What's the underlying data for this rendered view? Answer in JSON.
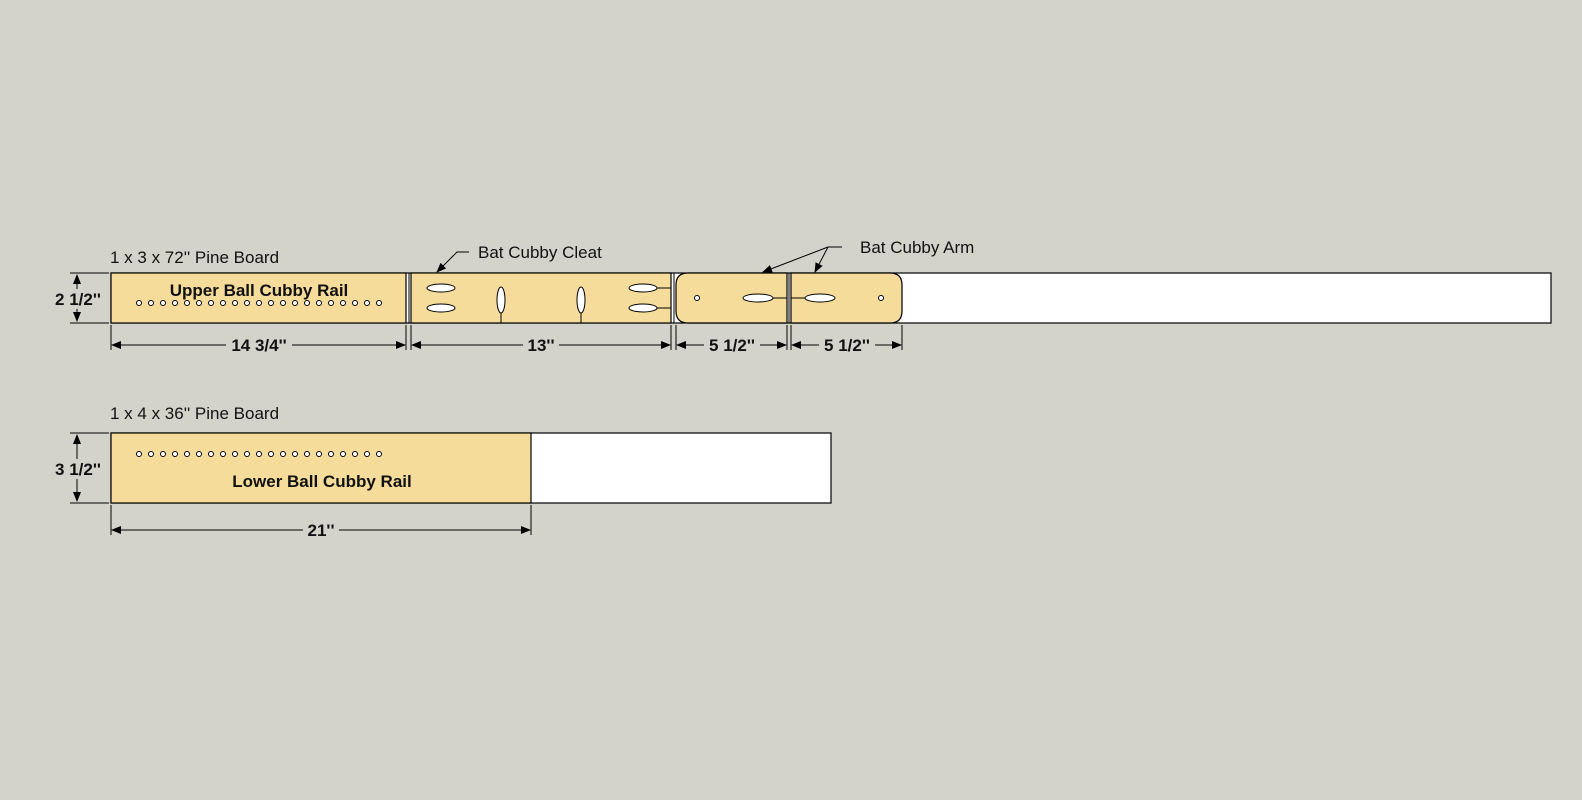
{
  "colors": {
    "background": "#d4d3cb",
    "cut_piece": "#f5dc9a",
    "board": "#ffffff",
    "line": "#000000"
  },
  "board1": {
    "title": "1 x 3 x 72'' Pine Board",
    "height_dim": "2 1/2''",
    "pieces": {
      "upper_rail": "Upper Ball Cubby Rail"
    },
    "callouts": {
      "cleat": "Bat Cubby Cleat",
      "arm": "Bat Cubby Arm"
    },
    "dims": [
      "14 3/4''",
      "13''",
      "5 1/2''",
      "5 1/2''"
    ]
  },
  "board2": {
    "title": "1 x 4 x 36'' Pine Board",
    "height_dim": "3 1/2''",
    "pieces": {
      "lower_rail": "Lower Ball Cubby Rail"
    },
    "dims": [
      "21''"
    ]
  }
}
